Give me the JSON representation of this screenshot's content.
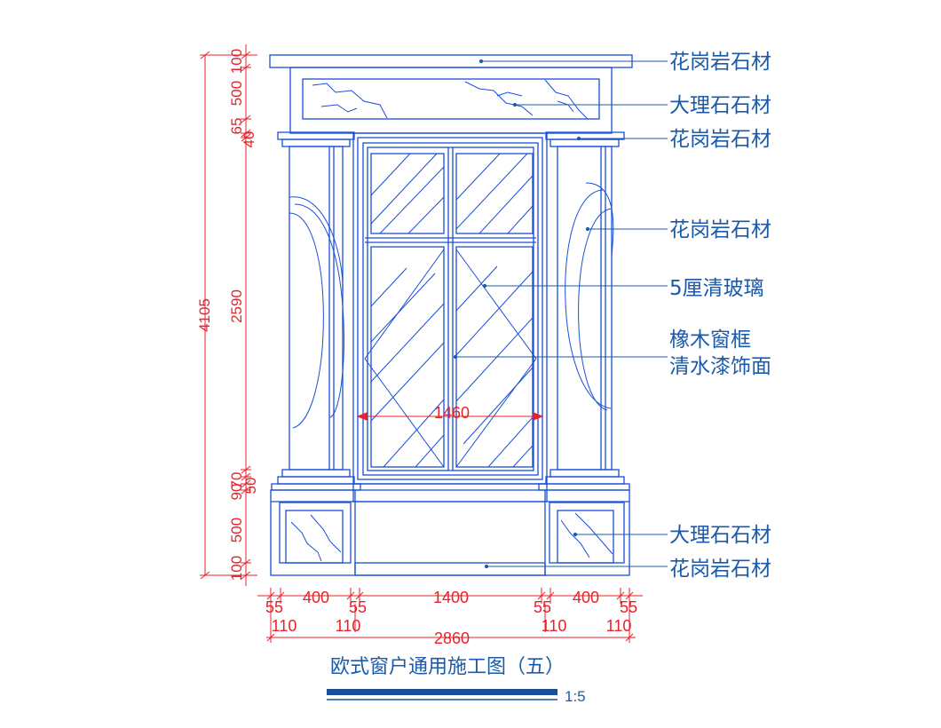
{
  "title": "欧式窗户通用施工图（五）",
  "scale": "1:5",
  "colors": {
    "line": "#1a4fd6",
    "dimension": "#e8222a",
    "annotation": "#1a5aa8",
    "titlebar": "#1a4fa0"
  },
  "annotations": [
    {
      "text": "花岗岩石材"
    },
    {
      "text": "大理石石材"
    },
    {
      "text": "花岗岩石材"
    },
    {
      "text": "花岗岩石材"
    },
    {
      "text": "5厘清玻璃"
    },
    {
      "text": "橡木窗框",
      "line2": "清水漆饰面"
    },
    {
      "text": "大理石石材"
    },
    {
      "text": "花岗岩石材"
    }
  ],
  "dimensions": {
    "overall_height": "4105",
    "left_chain": [
      "100",
      "500",
      "65",
      "40",
      "2590",
      "90",
      "70",
      "50",
      "500",
      "100"
    ],
    "bottom_row1": [
      "55",
      "400",
      "55",
      "1400",
      "55",
      "400",
      "55"
    ],
    "bottom_row2": [
      "110",
      "110",
      "110",
      "110"
    ],
    "overall_width": "2860",
    "window_width": "1460"
  }
}
